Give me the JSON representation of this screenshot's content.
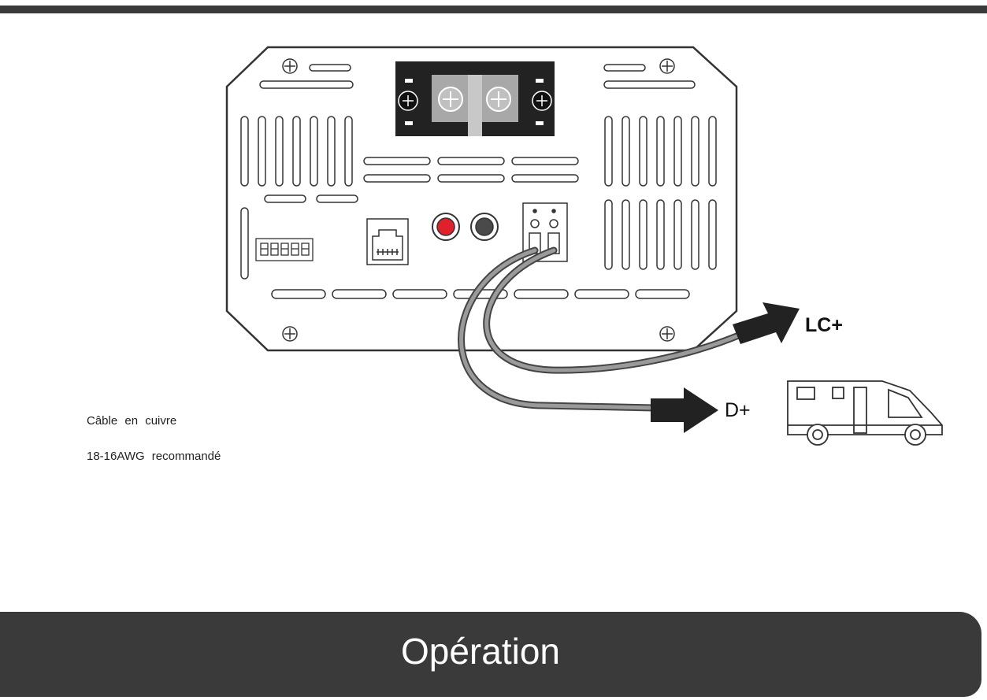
{
  "labels": {
    "cable_line1": "Câble  en  cuivre",
    "cable_line2": "18-16AWG  recommandé",
    "lc_plus": "LC+",
    "d_plus": "D+"
  },
  "footer": {
    "title": "Opération"
  },
  "colors": {
    "band": "#3a3a3a",
    "outline": "#333333",
    "red_terminal": "#e0202a",
    "black_terminal": "#4a4a4a",
    "cable": "#8a8a8a"
  },
  "icons": [
    "screw-icon",
    "rj45-port-icon",
    "dip-switch-icon",
    "campervan-icon",
    "arrow-icon"
  ]
}
